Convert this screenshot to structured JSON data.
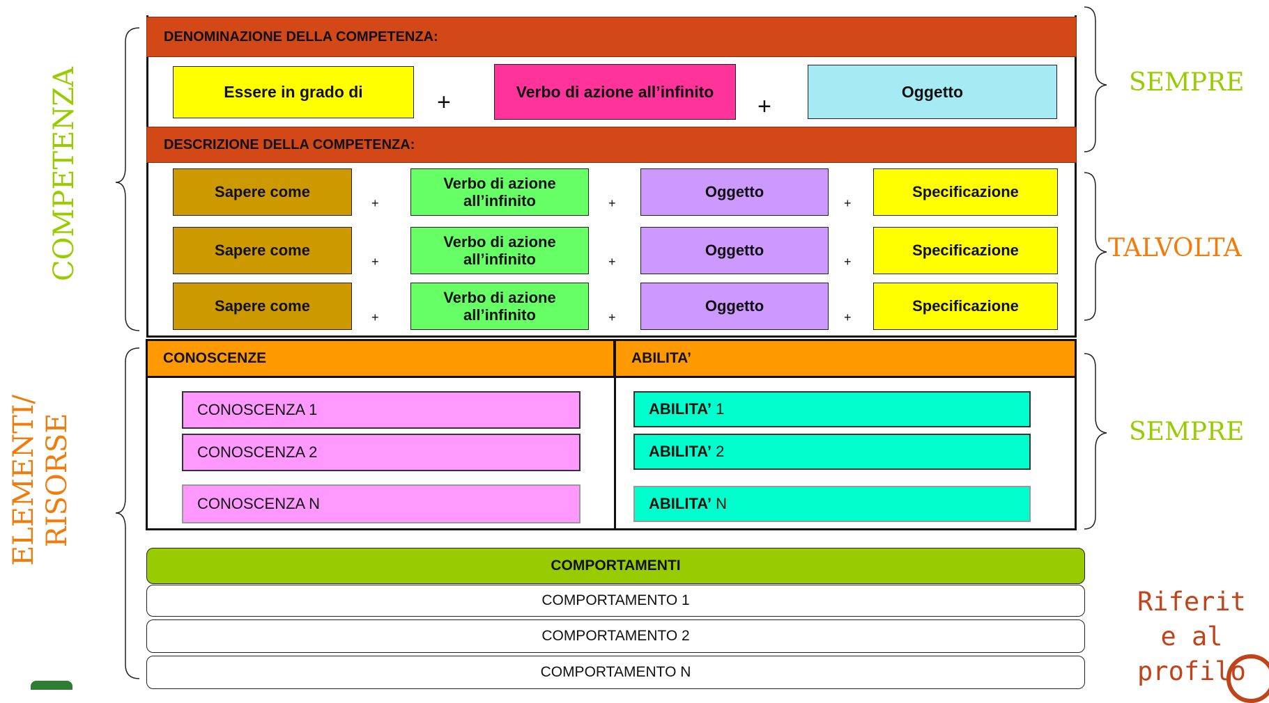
{
  "competenza": {
    "side_label": "COMPETENZA",
    "denominazione": {
      "header": "DENOMINAZIONE DELLA COMPETENZA:",
      "boxes": [
        "Essere in grado di",
        "Verbo di azione all’infinito",
        "Oggetto"
      ],
      "plus": "+"
    },
    "descrizione": {
      "header": "DESCRIZIONE DELLA COMPETENZA:",
      "rows": [
        [
          "Sapere come",
          "Verbo di azione all’infinito",
          "Oggetto",
          "Specificazione"
        ],
        [
          "Sapere come",
          "Verbo di azione all’infinito",
          "Oggetto",
          "Specificazione"
        ],
        [
          "Sapere come",
          "Verbo di azione all’infinito",
          "Oggetto",
          "Specificazione"
        ]
      ],
      "plus": "+"
    },
    "label_sempre": "SEMPRE",
    "label_talvolta": "TALVOLTA"
  },
  "risorse": {
    "side_label_1": "ELEMENTI/",
    "side_label_2": "RISORSE",
    "conoscenze_header": "CONOSCENZE",
    "abilita_header": "ABILITA’",
    "conoscenze": [
      "CONOSCENZA 1",
      "CONOSCENZA 2",
      "CONOSCENZA N"
    ],
    "abilita": [
      {
        "bold": "ABILITA’",
        "rest": " 1"
      },
      {
        "bold": "ABILITA’",
        "rest": " 2"
      },
      {
        "bold": "ABILITA’",
        "rest": " N"
      }
    ],
    "label_sempre": "SEMPRE"
  },
  "comportamenti": {
    "header": "COMPORTAMENTI",
    "items": [
      "COMPORTAMENTO 1",
      "COMPORTAMENTO 2",
      "COMPORTAMENTO N"
    ],
    "side_lines": [
      "Riferit",
      "e al",
      "profilo"
    ]
  },
  "colors": {
    "header_red": "#d34817",
    "yellow": "#ffff00",
    "magenta": "#ff3399",
    "light_cyan": "#a6eaf3",
    "ochre": "#cc9900",
    "light_green": "#66ff66",
    "lavender": "#cc99ff",
    "orange": "#ff9900",
    "pink": "#ff99ff",
    "teal": "#00ffcc",
    "lime": "#99cc00",
    "label_green": "#99cc00",
    "label_orange": "#f07c0c",
    "label_brown": "#c0441a"
  }
}
